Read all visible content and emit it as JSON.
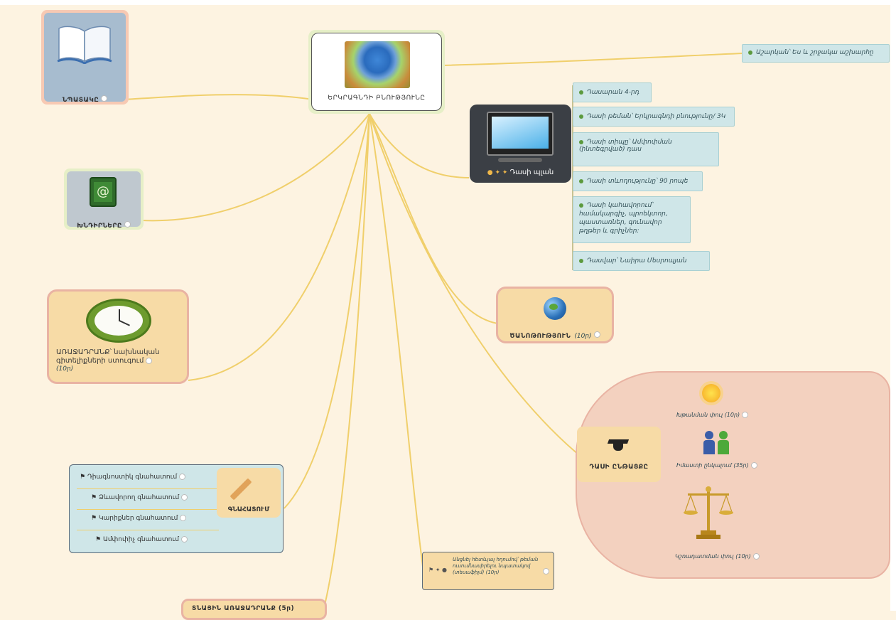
{
  "central": {
    "title": "ԵՐԿՐԱԳՆԴԻ ԲՆՈՒԹՅՈՒՆԸ",
    "icon": "earth-hands-image"
  },
  "left_nodes": {
    "goal": {
      "label": "ՆՊԱՏԱԿԸ",
      "icon": "book-icon"
    },
    "problems": {
      "label": "ԽՆԴԻՐՆԵՐԸ",
      "icon": "address-book-icon"
    },
    "motivation": {
      "label": "ԱՌԱՋԱԴՐԱՆՔ՝ նախնական գիտելիքների ստուգում",
      "time": "(10ր)",
      "icon": "clock-icon"
    },
    "assessment": {
      "label": "ԳՆԱՀԱՏՈՒՄ",
      "icon": "pencil-icon",
      "items": [
        "Դիագնոստիկ գնահատում",
        "Ձևավորող գնահատում",
        "Կարիքներ գնահատում",
        "Ամփոփիչ գնահատում"
      ]
    },
    "bottom_cut": {
      "label": "ՏՆԱՅԻՆ ԱՌԱՋԱԴՐԱՆՔ (5ր)"
    }
  },
  "top_right": {
    "label": "Աշարկան՝ Ես և շրջակա աշխարհը"
  },
  "lesson_plan": {
    "label": "Դասի պլան",
    "icon": "monitor-icon",
    "items": [
      "Դասարան 4-րդ",
      "Դասի թեման՝ Երկրագնդի բնությունը/ 3Կ",
      "Դասի տիպը՝ Ամփոփման (ինտեգրված) դաս",
      "Դասի տևողությունը՝ 90 րոպե",
      "Դասի կահավորում՝ համակարգիչ, պրոեկտոր, պաստառներ, գունավոր թղթեր և գրիչներ:",
      "Դասվար՝ Նաիրա Մեսրոպյան"
    ]
  },
  "knowledge": {
    "label": "ԾԱՆՈԹՈՒԹՅՈՒՆ",
    "time": "(10ր)",
    "icon": "globe-icon"
  },
  "lesson_flow": {
    "label": "ԴԱՍԻ ԸՆԹԱՑՔԸ",
    "icon": "graduation-cap-icon",
    "stages": [
      {
        "label": "Խթանման փուլ (10ր)",
        "icon": "sun-icon"
      },
      {
        "label": "Իմաստի ընկալում (35ր)",
        "icon": "people-icon"
      },
      {
        "label": "Կշռադատման փուլ (10ր)",
        "icon": "scales-icon"
      }
    ]
  },
  "bottom_note": {
    "label": "Անցնել հետևյալ հղումով՝ թեման ուսումնասիրելու նպատակով (տեսաֆիլմ)",
    "time": "(10ր)"
  },
  "colors": {
    "link": "#f0cf6b",
    "teal": "#cfe6e8",
    "yellow": "#f7dba6",
    "pink": "#e9b3a3"
  }
}
